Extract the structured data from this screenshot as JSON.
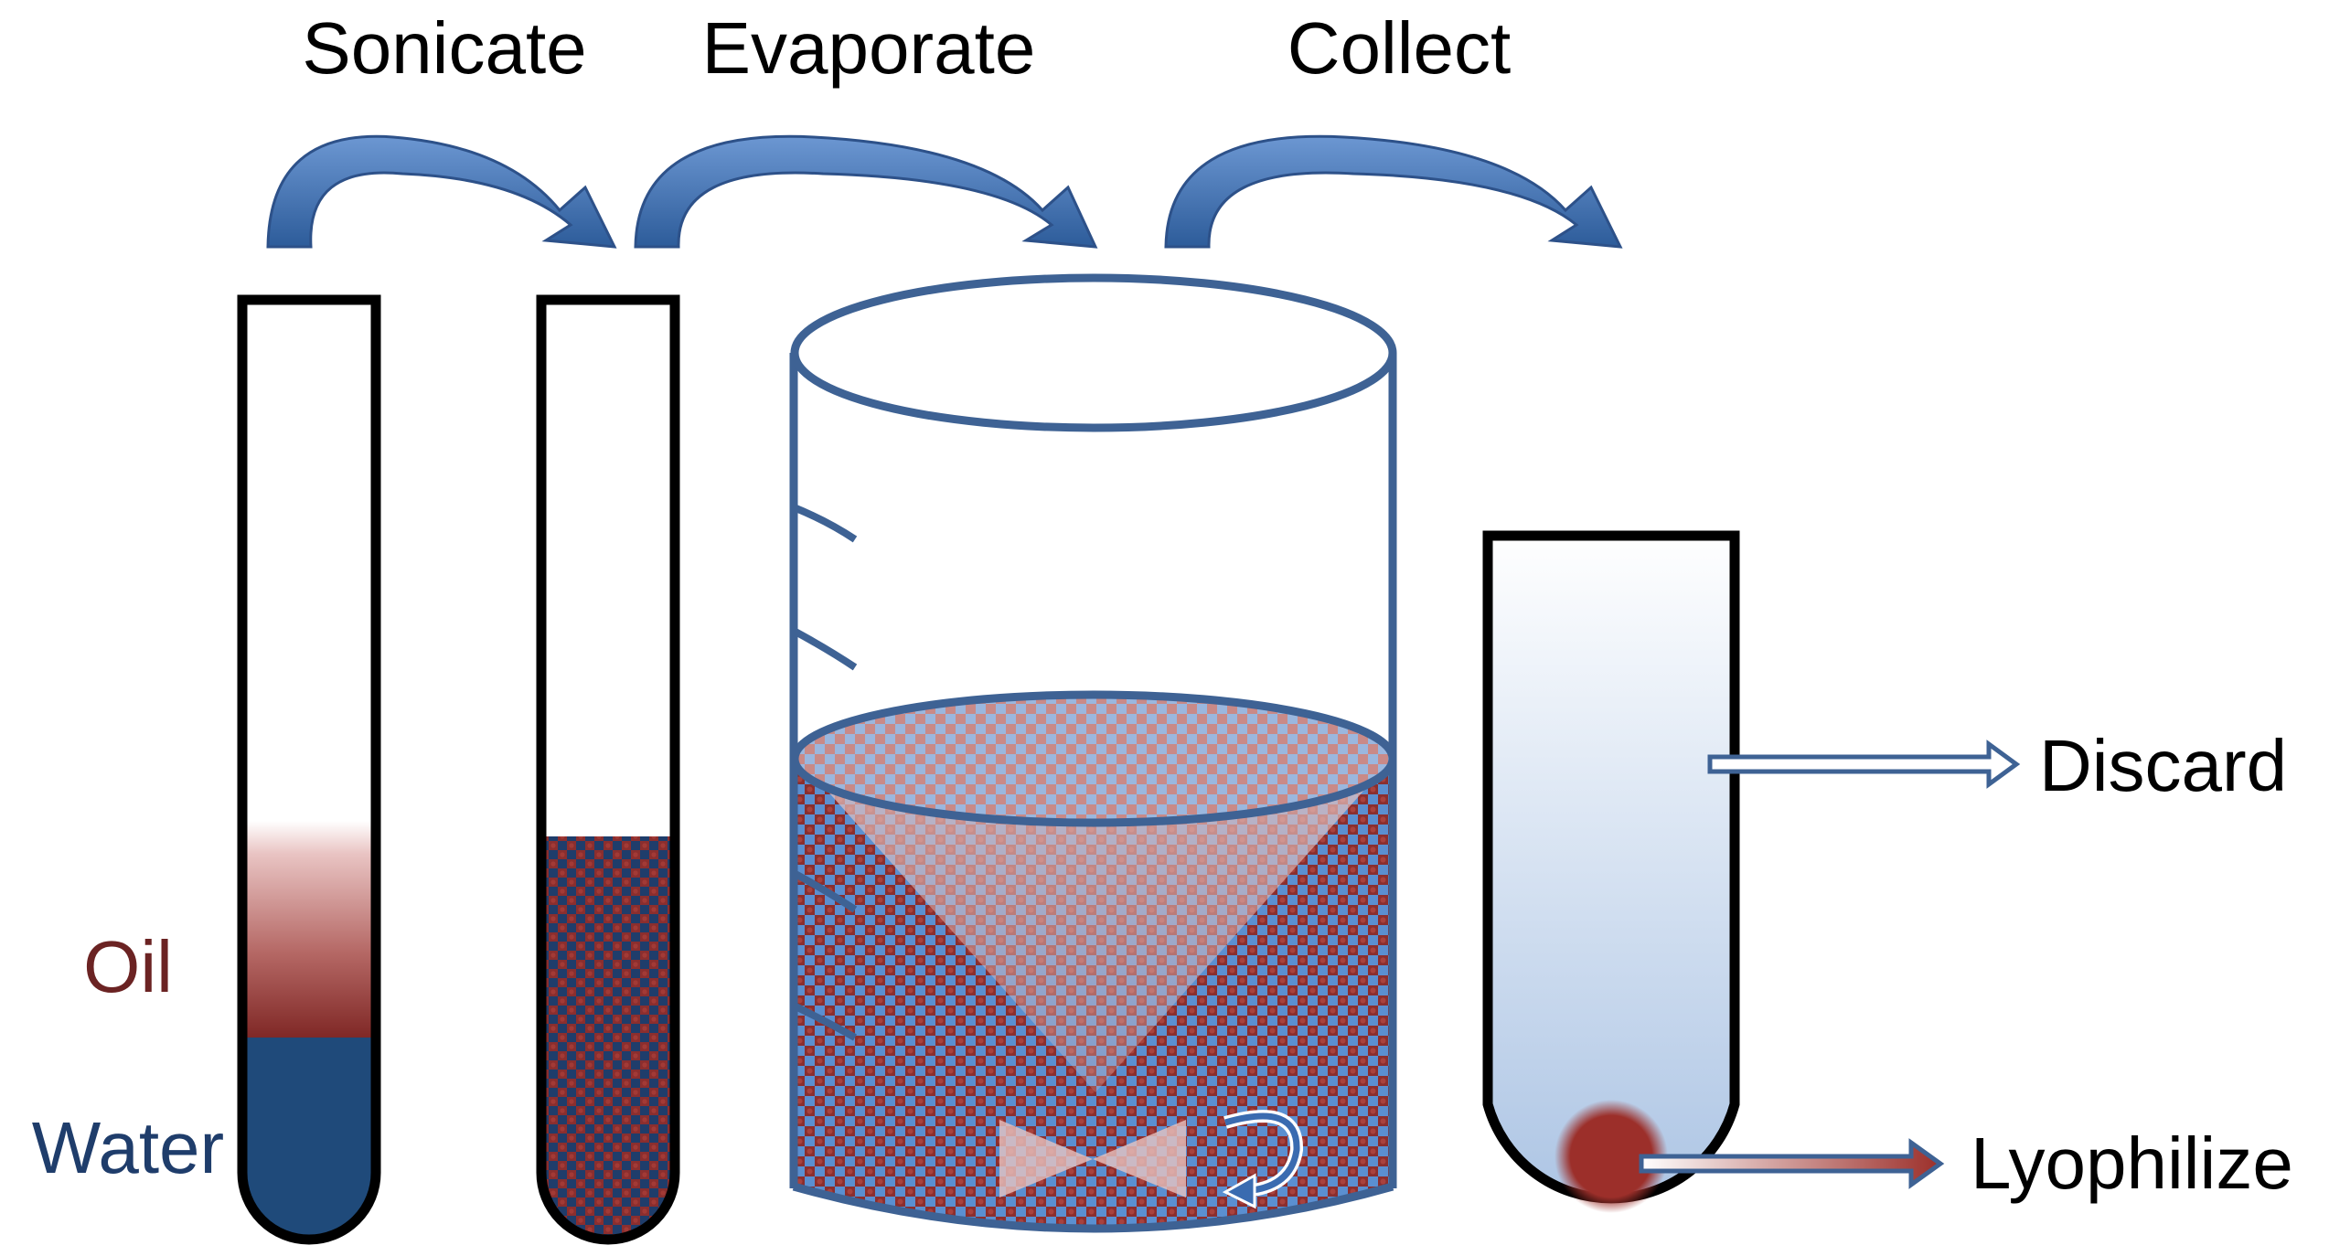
{
  "steps": {
    "sonicate": "Sonicate",
    "evaporate": "Evaporate",
    "collect": "Collect"
  },
  "phases": {
    "oil": "Oil",
    "water": "Water"
  },
  "outputs": {
    "discard": "Discard",
    "lyophilize": "Lyophilize"
  },
  "colors": {
    "oil": "#8B2E2E",
    "oil_label": "#6B2323",
    "water": "#1F4A7A",
    "outline": "#3E6294",
    "arrow": "#3A6BB0",
    "pellet": "#9C2F2A",
    "emulsion_blue": "#5B8FD0"
  },
  "icons": {
    "step_arrows": "curved-arrow-icon",
    "stir": "rotation-arrow-icon",
    "stir_bar": "stir-bar-icon"
  }
}
